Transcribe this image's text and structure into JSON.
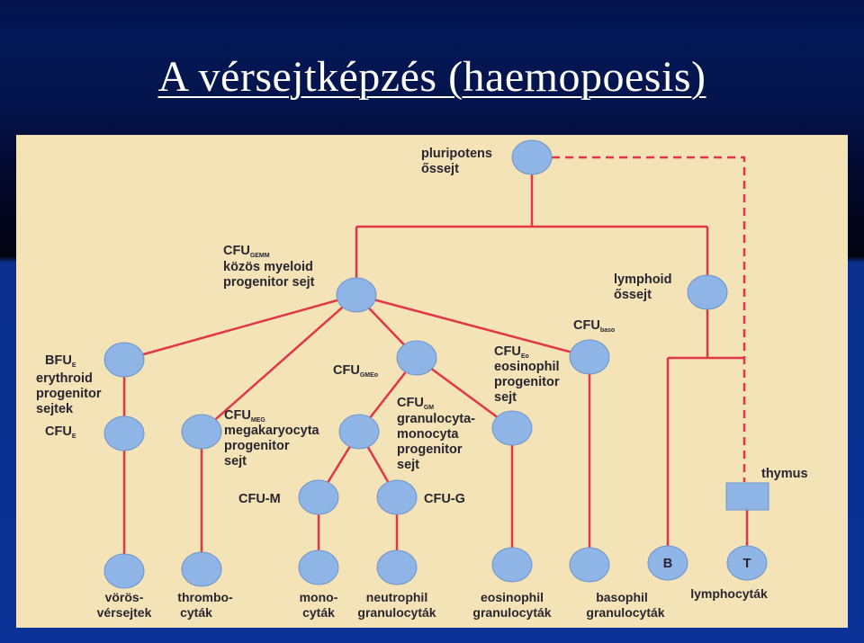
{
  "slide": {
    "title": "A vérsejtképzés (haemopoesis)"
  },
  "nodes": {
    "pluripotens": {
      "lines": [
        "pluripotens",
        "őssejt"
      ]
    },
    "cfu_gemm": {
      "main": "CFU",
      "sub": "GEMM",
      "lines": [
        "közös myeloid",
        "progenitor sejt"
      ]
    },
    "lymphoid": {
      "lines": [
        "lymphoid",
        "őssejt"
      ]
    },
    "bfu_e": {
      "main": "BFU",
      "sub": "E",
      "lines": [
        "erythroid",
        "progenitor",
        "sejtek"
      ]
    },
    "cfu_e": {
      "main": "CFU",
      "sub": "E"
    },
    "cfu_meg": {
      "main": "CFU",
      "sub": "MEG",
      "lines": [
        "megakaryocyta",
        "progenitor",
        "sejt"
      ]
    },
    "cfu_gmeo": {
      "main": "CFU",
      "sub": "GMEo"
    },
    "cfu_gm": {
      "main": "CFU",
      "sub": "GM",
      "lines": [
        "granulocyta-",
        "monocyta",
        "progenitor",
        "sejt"
      ]
    },
    "cfu_eo": {
      "main": "CFU",
      "sub": "Eo",
      "lines": [
        "eosinophil",
        "progenitor",
        "sejt"
      ]
    },
    "cfu_baso": {
      "main": "CFU",
      "sub": "baso"
    },
    "cfu_m": {
      "label": "CFU-M"
    },
    "cfu_g": {
      "label": "CFU-G"
    },
    "thymus": {
      "label": "thymus"
    },
    "b_cell": {
      "label": "B"
    },
    "t_cell": {
      "label": "T"
    }
  },
  "outputs": {
    "voros": [
      "vörös-",
      "vérsejtek"
    ],
    "thrombo": [
      "thrombo-",
      "cyták"
    ],
    "mono": [
      "mono-",
      "cyták"
    ],
    "neutro": [
      "neutrophil",
      "granulocyták"
    ],
    "eosino": [
      "eosinophil",
      "granulocyták"
    ],
    "baso": [
      "basophil",
      "granulocyták"
    ],
    "lympho": "lymphocyták"
  },
  "colors": {
    "cell": "#8fb4e6",
    "edge": "#e23545",
    "panel": "#f3e3b6",
    "title": "#ffffff"
  }
}
